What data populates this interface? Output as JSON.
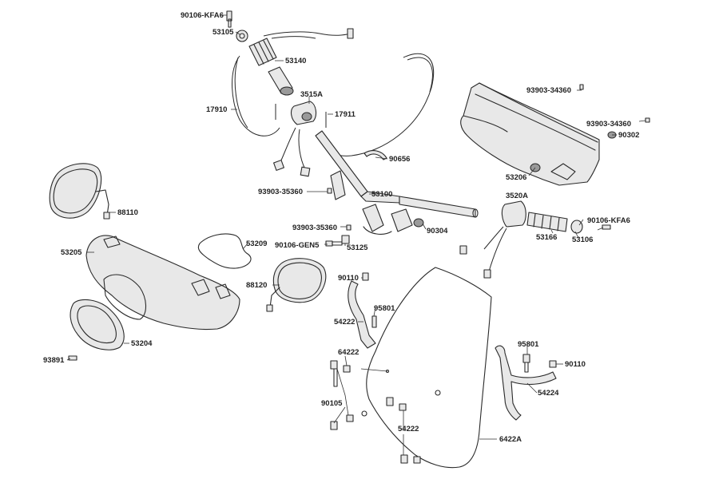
{
  "labels": {
    "l_90106_kfa6_top": "90106-KFA6",
    "l_53105": "53105",
    "l_53140": "53140",
    "l_17910": "17910",
    "l_3515a": "3515A",
    "l_17911": "17911",
    "l_90656": "90656",
    "l_93903_34360_a": "93903-34360",
    "l_93903_34360_b": "93903-34360",
    "l_90302": "90302",
    "l_53206": "53206",
    "l_88110": "88110",
    "l_93903_35360_a": "93903-35360",
    "l_53100": "53100",
    "l_3520a": "3520A",
    "l_90106_kfa6_right": "90106-KFA6",
    "l_93903_35360_b": "93903-35360",
    "l_90304": "90304",
    "l_53166": "53166",
    "l_53106": "53106",
    "l_53205": "53205",
    "l_53209": "53209",
    "l_90106_gen5": "90106-GEN5",
    "l_53125": "53125",
    "l_88120": "88120",
    "l_90110_a": "90110",
    "l_95801_a": "95801",
    "l_54222_a": "54222",
    "l_53204": "53204",
    "l_64222": "64222",
    "l_93891": "93891",
    "l_90105": "90105",
    "l_54222_b": "54222",
    "l_95801_b": "95801",
    "l_90110_b": "90110",
    "l_54224": "54224",
    "l_6422a": "6422A"
  }
}
